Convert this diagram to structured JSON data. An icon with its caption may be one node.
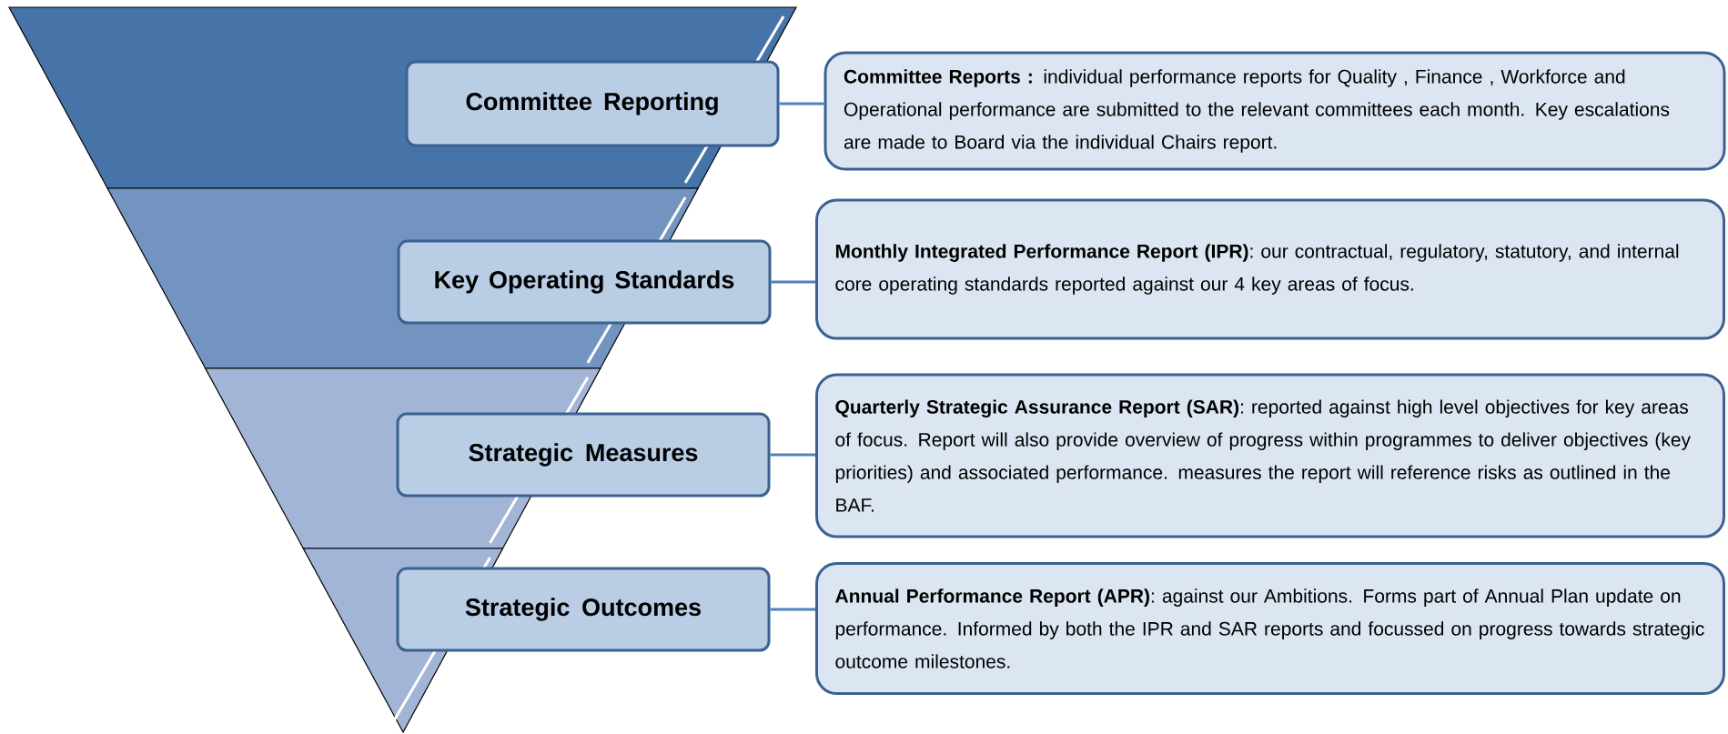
{
  "diagram": {
    "nodes": [
      {
        "text": [
          "Committee Reporting"
        ]
      },
      {
        "text": [
          "Key Operating Standards"
        ]
      },
      {
        "text": [
          "Strategic Measures"
        ]
      },
      {
        "text": [
          "Strategic Outcomes"
        ]
      },
      {
        "text": [
          "**Committee Reports :** individual performance reports for Quality , Finance , Workforce and Operational performance are submitted to the relevant committees each month. Key escalations are made to Board via the individual Chairs report."
        ]
      },
      {
        "text": [
          "**Monthly Integrated Performance Report (IPR)**: our contractual, regulatory, statutory, and internal core operating standards reported against our 4 key areas of focus."
        ]
      },
      {
        "text": [
          "**Quarterly Strategic Assurance Report (SAR)**: reported against high level objectives for key areas of focus. Report will also provide overview of progress within programmes to deliver objectives (key priorities) and associated performance. measures the report will reference risks as outlined in the BAF."
        ]
      },
      {
        "text": [
          "**Annual Performance Report (APR)**: against our Ambitions. Forms part of Annual Plan update on performance. Informed by both the IPR and SAR reports and focussed on progress towards strategic outcome milestones."
        ]
      }
    ],
    "edges": [
      {
        "from": 0,
        "to": 4,
        "arrow": "none"
      },
      {
        "from": 1,
        "to": 5,
        "arrow": "none"
      },
      {
        "from": 2,
        "to": 6,
        "arrow": "none"
      },
      {
        "from": 3,
        "to": 7,
        "arrow": "none"
      }
    ]
  }
}
